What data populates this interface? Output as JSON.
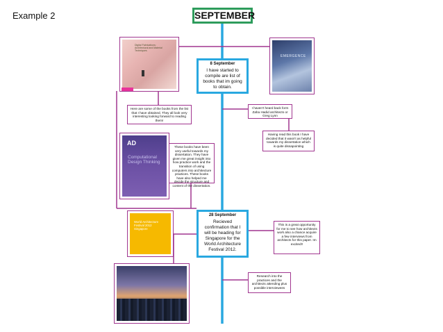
{
  "slide_label": "Example 2",
  "month_title": "SEPTEMBER",
  "colors": {
    "timeline": "#29a8e0",
    "connector": "#a0358f",
    "month_border": "#2e9c5c"
  },
  "events": [
    {
      "date": "8 September",
      "text": "I have started to compile are list of books that im going to obtain."
    },
    {
      "date": "28 September",
      "text": "Recieved confirmation that I will be heading for Singapore for the World Architecture Festival 2012."
    }
  ],
  "notes": [
    "Here are some of the books from the list that I have obtained. They all look very interesting looking forward to reading them!",
    "I haven't heard back form Zaha Hadid architects or Greg Lynn",
    "Having read this book I have decided that it wasn't as helpful towards my dissertation which is quite dissapointing",
    "These books have been very useful towards my dissertation. They have given me great insight into how practice work and the transition of using computers into architecture practices. These books have also helped me decide the structure and content of the dissertation.",
    "This is a great opportunity for me to see how architects work also a chance acquire a few interviews from architects for this paper. Im excited!!",
    "Research into the practices and the architects attending plus possible interviewees"
  ],
  "book_covers": [
    {
      "text": "Digital Fabrications: Architectural and Material Techniques"
    },
    {
      "text": "EMERGENCE"
    },
    {
      "logo": "AD",
      "text": "Computational Design Thinking"
    },
    {
      "text": "World Architecture Festival 2012 Singapore"
    }
  ],
  "photo": {
    "icon": "city-skyline-image"
  }
}
